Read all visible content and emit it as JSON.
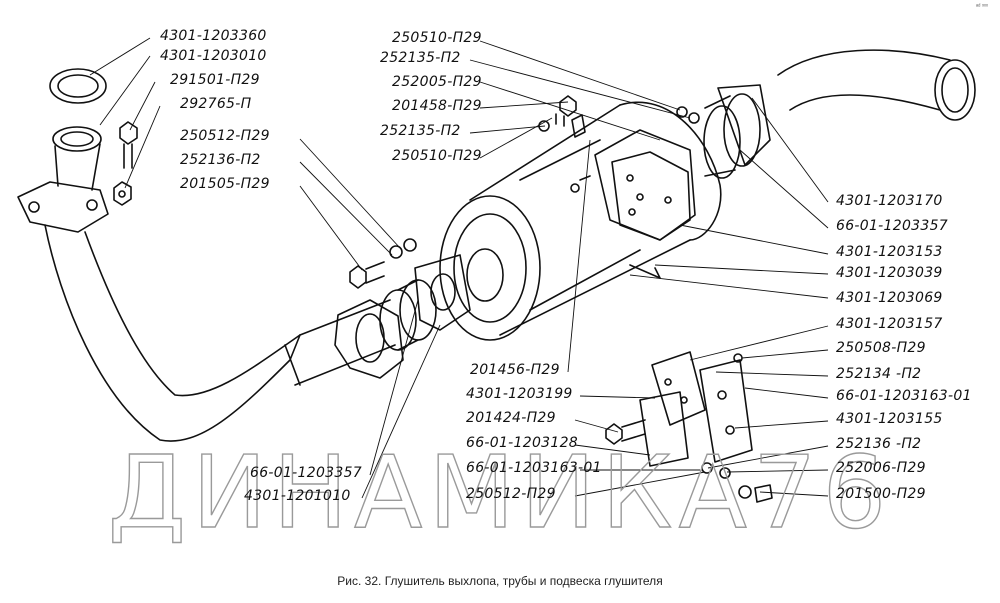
{
  "figure": {
    "caption": "Рис. 32. Глушитель выхлопа, трубы и подвеска глушителя",
    "watermark": "ДИНАМИКА76",
    "corner_mark": "ᵃᵈ ˣˣˣ"
  },
  "callouts": {
    "left": [
      "4301-1203360",
      "4301-1203010",
      "291501-П29",
      "292765-П",
      "250512-П29",
      "252136-П2",
      "201505-П29"
    ],
    "top_middle": [
      "250510-П29",
      "252135-П2",
      "252005-П29",
      "201458-П29",
      "252135-П2",
      "250510-П29"
    ],
    "right": [
      "4301-1203170",
      "66-01-1203357",
      "4301-1203153",
      "4301-1203039",
      "4301-1203069",
      "4301-1203157",
      "250508-П29",
      "252134 -П2",
      "66-01-1203163-01",
      "4301-1203155",
      "252136 -П2",
      "252006-П29",
      "201500-П29"
    ],
    "bottom_middle": [
      "201456-П29",
      "4301-1203199",
      "201424-П29",
      "66-01-1203128",
      "66-01-1203163-01",
      "250512-П29"
    ],
    "bottom_left": [
      "66-01-1203357",
      "4301-1201010"
    ]
  }
}
